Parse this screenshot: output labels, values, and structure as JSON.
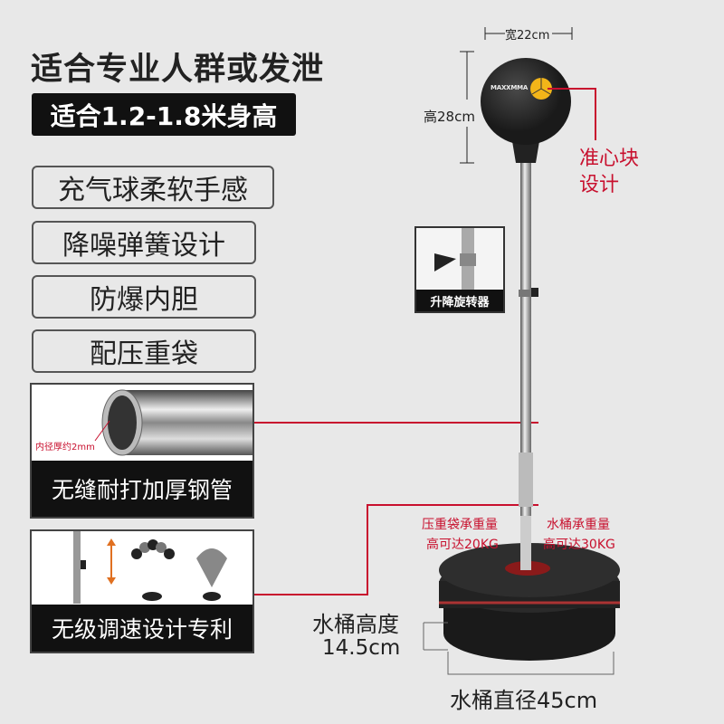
{
  "headline": "适合专业人群或发泄",
  "height_badge": "适合1.2-1.8米身高",
  "features": [
    "充气球柔软手感",
    "降噪弹簧设计",
    "防爆内胆",
    "配压重袋"
  ],
  "panels": [
    {
      "caption": "无缝耐打加厚钢管",
      "note": "内径厚约2mm"
    },
    {
      "caption": "无级调速设计专利"
    }
  ],
  "dimensions": {
    "ball_width": "宽22cm",
    "ball_height": "高28cm",
    "bucket_height_label": "水桶高度",
    "bucket_height_value": "14.5cm",
    "bucket_diameter": "水桶直径45cm"
  },
  "callouts": {
    "target_line1": "准心块",
    "target_line2": "设计",
    "adjuster": "升降旋转器",
    "bag_load_line1": "压重袋承重量",
    "bag_load_line2": "高可达20KG",
    "bucket_load_line1": "水桶承重量",
    "bucket_load_line2": "高可达30KG"
  },
  "brand": "MAXXMMA",
  "colors": {
    "accent_red": "#c8102e",
    "target_yellow": "#f2b519",
    "background": "#e8e8e8"
  }
}
